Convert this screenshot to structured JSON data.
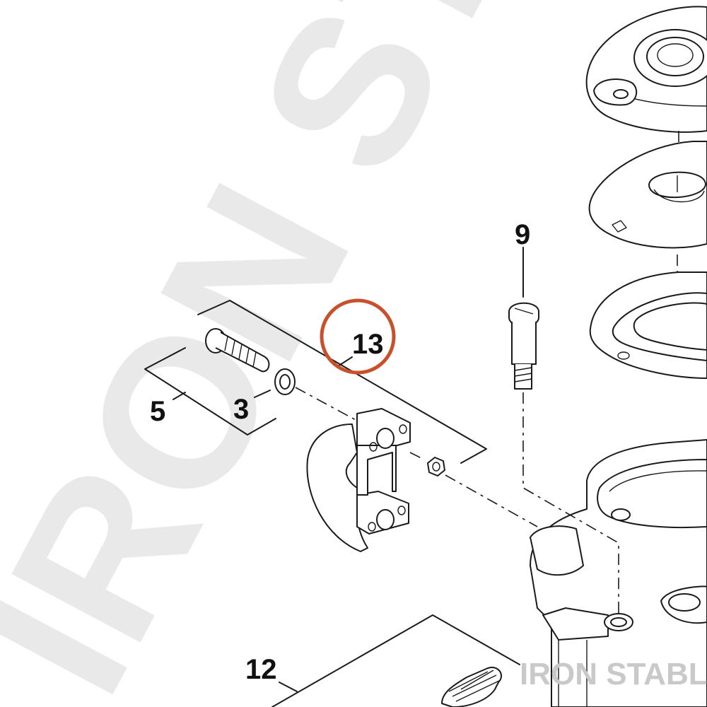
{
  "callouts": {
    "label_13": "13",
    "label_9": "9",
    "label_5": "5",
    "label_3": "3",
    "label_12": "12"
  },
  "highlight": {
    "target_label": "13",
    "color": "#c8512b"
  },
  "watermark": {
    "large_text": "IRON ST",
    "small_text": "IRON STABLE"
  }
}
